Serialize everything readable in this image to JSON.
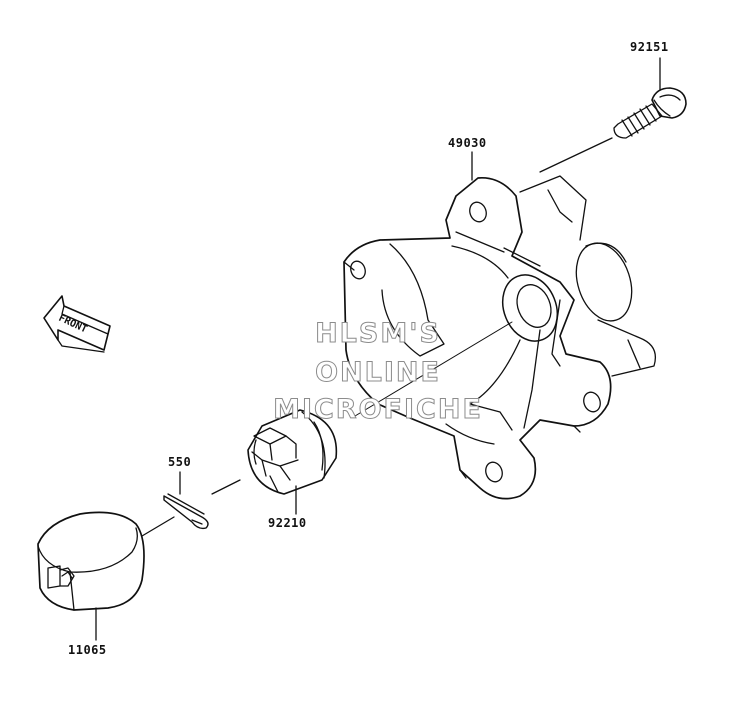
{
  "parts": {
    "bolt": "92151",
    "hub": "49030",
    "cotter_pin": "550",
    "castle_nut": "92210",
    "cap": "11065"
  },
  "direction_marker": "FRONT",
  "watermark": {
    "line1": "HLSM'S",
    "line2": "ONLINE",
    "line3": "MICROFICHE"
  },
  "colors": {
    "ink": "#111111",
    "watermark_outline": "#8c8c8c"
  }
}
